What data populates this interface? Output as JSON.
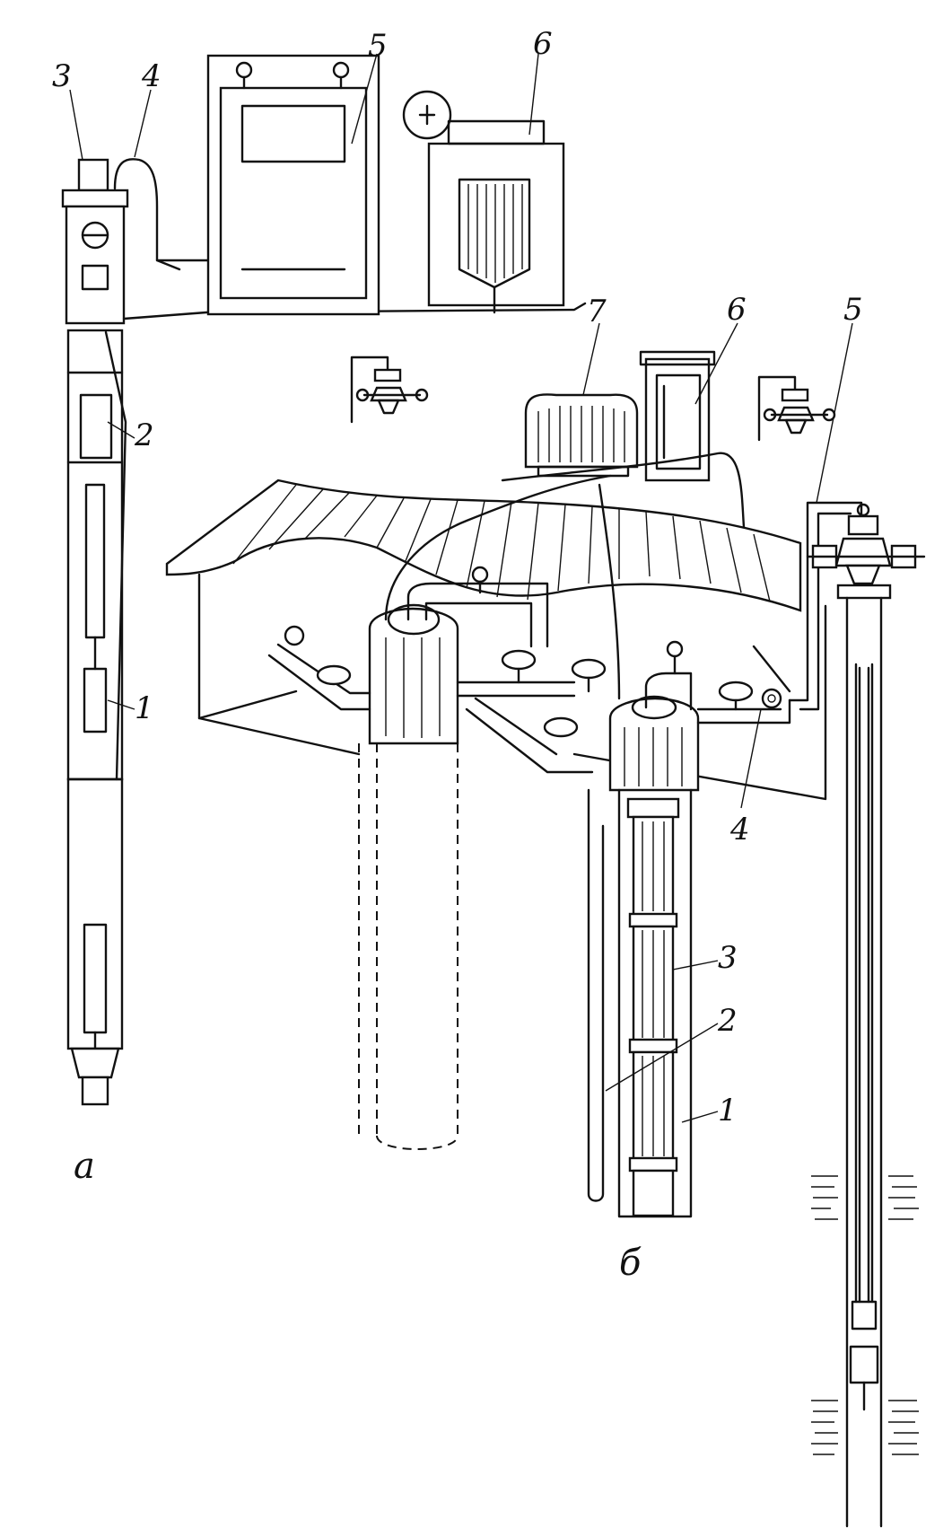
{
  "figure_a": {
    "caption": "а",
    "labels": {
      "n1": "1",
      "n2": "2",
      "n3": "3",
      "n4": "4",
      "n5": "5",
      "n6": "6"
    }
  },
  "figure_b": {
    "caption": "б",
    "labels": {
      "n1": "1",
      "n2": "2",
      "n3": "3",
      "n4": "4",
      "n5": "5",
      "n6": "6",
      "n7": "7"
    }
  }
}
